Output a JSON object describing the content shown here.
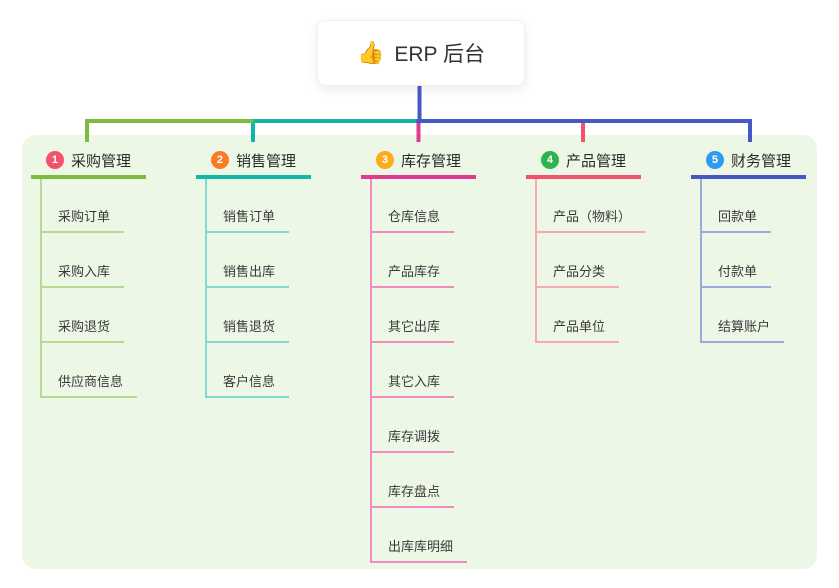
{
  "palette": {
    "page-bg": "#ffffff",
    "panel-bg": "#ecf7e6",
    "root-bg": "#ffffff",
    "text": "#333333",
    "trunk": "#4459c7",
    "c1-branch": "#7cbb3f",
    "c1-badge": "#f4516c",
    "c1-child": "#b5da92",
    "c2-branch": "#13b5a7",
    "c2-badge": "#f97b22",
    "c2-child": "#84d9cd",
    "c3-branch": "#e23a92",
    "c3-badge": "#fbac18",
    "c3-child": "#f28cc0",
    "c4-branch": "#f4516c",
    "c4-badge": "#2fb350",
    "c4-child": "#f9a8b0",
    "c5-branch": "#4459c7",
    "c5-badge": "#2e9bf0",
    "c5-child": "#9baade"
  },
  "root": {
    "icon": "👍",
    "label": "ERP 后台"
  },
  "columns": [
    {
      "badge": "1",
      "label": "采购管理",
      "items": [
        "采购订单",
        "采购入库",
        "采购退货",
        "供应商信息"
      ]
    },
    {
      "badge": "2",
      "label": "销售管理",
      "items": [
        "销售订单",
        "销售出库",
        "销售退货",
        "客户信息"
      ]
    },
    {
      "badge": "3",
      "label": "库存管理",
      "items": [
        "仓库信息",
        "产品库存",
        "其它出库",
        "其它入库",
        "库存调拨",
        "库存盘点",
        "出库库明细"
      ]
    },
    {
      "badge": "4",
      "label": "产品管理",
      "items": [
        "产品（物料）",
        "产品分类",
        "产品单位"
      ]
    },
    {
      "badge": "5",
      "label": "财务管理",
      "items": [
        "回款单",
        "付款单",
        "结算账户"
      ]
    }
  ]
}
